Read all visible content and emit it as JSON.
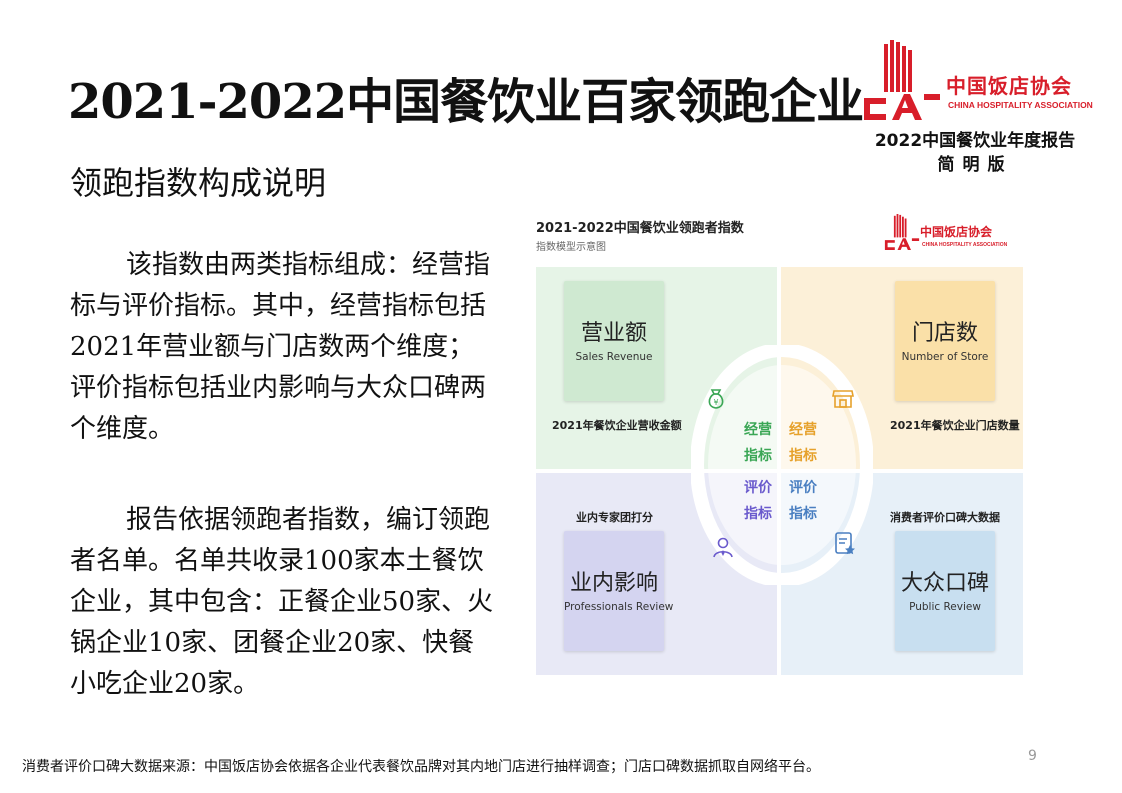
{
  "header": {
    "title": "2021-2022中国餐饮业百家领跑企业",
    "subtitle": "领跑指数构成说明"
  },
  "logo": {
    "name_cn": "中国饭店协会",
    "name_en": "CHINA HOSPITALITY ASSOCIATION",
    "report": "2022中国餐饮业年度报告",
    "edition": "简明版",
    "brand_color": "#d81e2a"
  },
  "body": {
    "paragraph1": "该指数由两类指标组成：经营指标与评价指标。其中，经营指标包括2021年营业额与门店数两个维度；评价指标包括业内影响与大众口碑两个维度。",
    "paragraph2": "报告依据领跑者指数，编订领跑者名单。名单共收录100家本土餐饮企业，其中包含：正餐企业50家、火锅企业10家、团餐企业20家、快餐小吃企业20家。"
  },
  "diagram": {
    "title": "2021-2022中国餐饮业领跑者指数",
    "subtitle": "指数模型示意图",
    "logo_cn": "中国饭店协会",
    "logo_en": "CHINA HOSPITALITY ASSOCIATION",
    "quadrants": {
      "top_left": {
        "card_cn": "营业额",
        "card_en": "Sales Revenue",
        "label": "2021年餐饮企业营收金额",
        "icon": "money-bag-icon",
        "color": "#cfe9d1"
      },
      "top_right": {
        "card_cn": "门店数",
        "card_en": "Number of Store",
        "label": "2021年餐饮企业门店数量",
        "icon": "store-icon",
        "color": "#fae0a8"
      },
      "bottom_left": {
        "card_cn": "业内影响",
        "card_en": "Professionals Review",
        "label": "业内专家团打分",
        "icon": "expert-icon",
        "color": "#d4d4f0"
      },
      "bottom_right": {
        "card_cn": "大众口碑",
        "card_en": "Public Review",
        "label": "消费者评价口碑大数据",
        "icon": "review-icon",
        "color": "#c8dff0"
      }
    },
    "center": {
      "left_top_1": "经营",
      "left_top_2": "指标",
      "right_top_1": "经营",
      "right_top_2": "指标",
      "left_bottom_1": "评价",
      "left_bottom_2": "指标",
      "right_bottom_1": "评价",
      "right_bottom_2": "指标"
    }
  },
  "footer": {
    "note": "消费者评价口碑大数据来源：中国饭店协会依据各企业代表餐饮品牌对其内地门店进行抽样调查；门店口碑数据抓取自网络平台。",
    "page": "9"
  }
}
